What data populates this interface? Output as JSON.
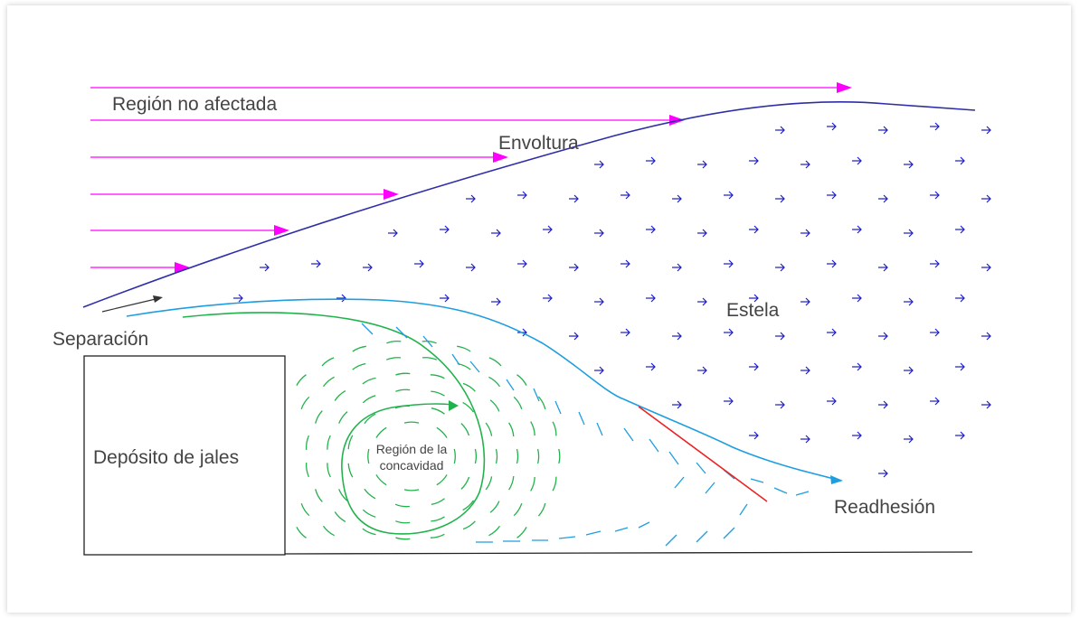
{
  "labels": {
    "unaffected": "Región no afectada",
    "envelope": "Envoltura",
    "wake": "Estela",
    "separation": "Separación",
    "deposit": "Depósito de jales",
    "cavity_line1": "Región de la",
    "cavity_line2": "concavidad",
    "reattachment": "Readhesión"
  },
  "colors": {
    "magenta": "#ff00ff",
    "envelope": "#2e2ea8",
    "wake_arrows": "#1c1cc4",
    "shear_layer": "#1e9ee0",
    "recirculation": "#22b24c",
    "reattach_line": "#ee2222",
    "outline": "#222222",
    "text": "#444444"
  }
}
